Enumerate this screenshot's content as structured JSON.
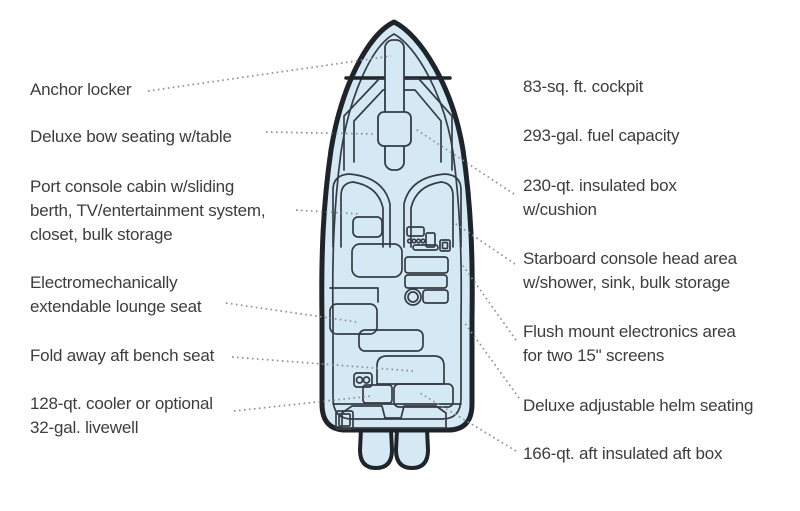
{
  "diagram": {
    "type": "boat-deck-plan-top-view",
    "left_labels": [
      "Anchor locker",
      "Deluxe bow seating w/table",
      "Port console cabin w/sliding\nberth, TV/entertainment system,\ncloset, bulk storage",
      "Electromechanically\nextendable lounge seat",
      "Fold away aft bench seat",
      "128-qt. cooler or optional\n32-gal. livewell"
    ],
    "right_labels": [
      "83-sq. ft. cockpit",
      "293-gal. fuel capacity",
      "230-qt. insulated box\nw/cushion",
      "Starboard console head area\nw/shower, sink, bulk storage",
      "Flush mount electronics area\nfor two 15\" screens",
      "Deluxe adjustable helm seating",
      "166-qt. aft insulated aft box"
    ]
  },
  "colors": {
    "boat_fill": "#d5e9f5",
    "outline": "#1f242b",
    "detail_line": "#353c45",
    "leader_dots": "#8f8f8f",
    "label_text": "#3d3d3d",
    "background": "#ffffff"
  }
}
